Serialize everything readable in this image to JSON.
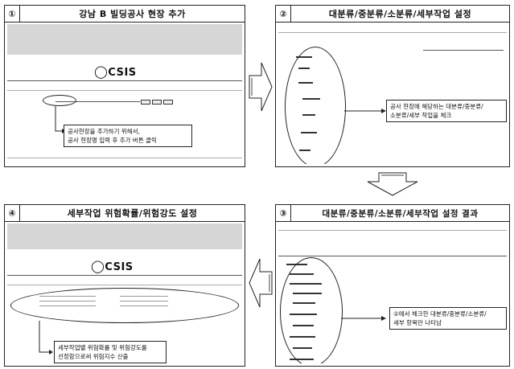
{
  "panels": [
    {
      "num": "①",
      "title": "강남 B 빌딩공사 현장 추가",
      "callout": "공사현장을 추가하기 위해서,\n공사 현장명 입력 후 추가 버튼 클릭"
    },
    {
      "num": "②",
      "title": "대분류/중분류/소분류/세부작업 설정",
      "callout": "공사 현장에 해당하는 대분류/중분류/\n소분류/세부 작업을 체크"
    },
    {
      "num": "④",
      "title": "세부작업 위험확률/위험강도 설정",
      "callout": "세부작업별 위험확률 및 위험강도를\n선정함으로써 위험지수 산출"
    },
    {
      "num": "③",
      "title": "대분류/중분류/소분류/세부작업 설정 결과",
      "callout": "②에서 체크한 대분류/중분류/소분류/\n세부 항목만 나타남"
    }
  ],
  "logo_text": "CSIS",
  "colors": {
    "border": "#222222",
    "screenshot_gray": "#d6d6d6",
    "arrow_fill": "#ffffff"
  },
  "arrows": [
    "arrow-right",
    "arrow-down",
    "arrow-left"
  ]
}
